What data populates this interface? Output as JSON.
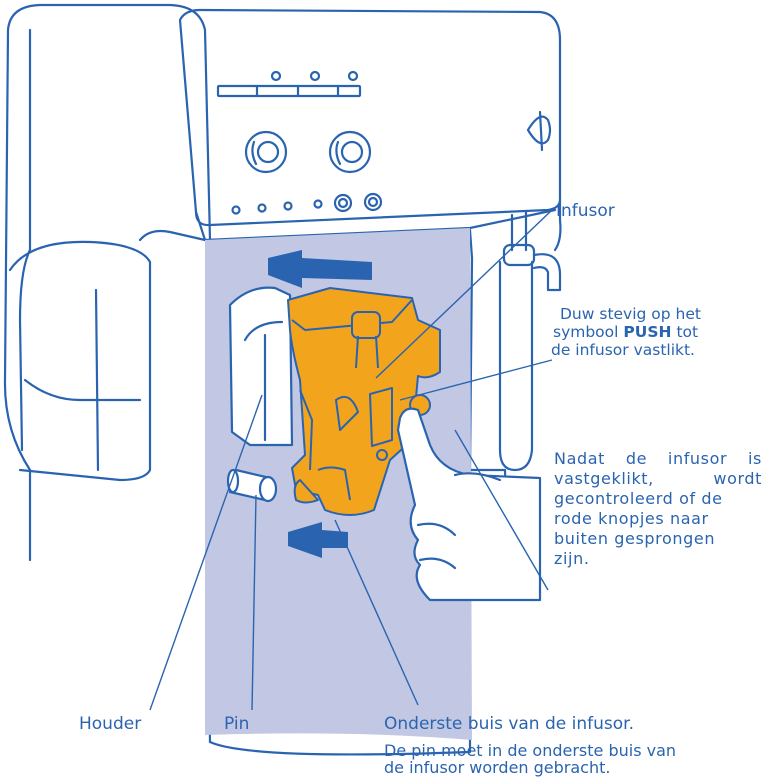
{
  "labels": {
    "infusor": "Infusor",
    "push_pre": "Duw stevig op het",
    "push_mid_pre": "symbool",
    "push_word": "PUSH",
    "push_mid_post": "tot",
    "push_post": "de infusor vastlikt.",
    "check_l1a": "Nadat",
    "check_l1b": "de",
    "check_l1c": "infusor",
    "check_l1d": "is",
    "check_l2a": "vastgeklikt,",
    "check_l2b": "wordt",
    "check_l3": "gecontroleerd of de",
    "check_l4": "rode knopjes naar",
    "check_l5": "buiten gesprongen",
    "check_l6": "zijn.",
    "houder": "Houder",
    "pin": "Pin",
    "onderste": "Onderste buis van de infusor.",
    "note_l1": "De pin moet in de onderste buis van",
    "note_l2": "de infusor worden gebracht."
  },
  "colors": {
    "line": "#2a64b0",
    "panel": "#c2c8e3",
    "infusor": "#f2a41c",
    "arrow": "#2a64b0"
  }
}
